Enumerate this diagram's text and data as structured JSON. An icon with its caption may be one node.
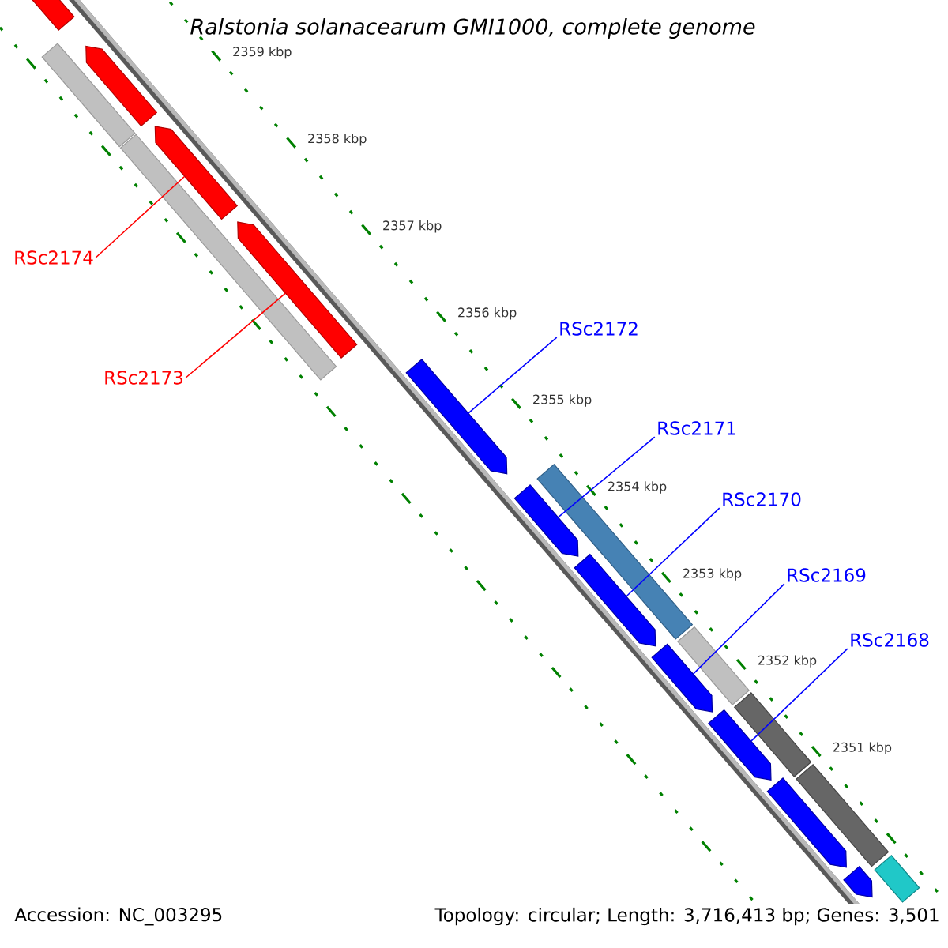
{
  "diagram": {
    "title": "Ralstonia solanacearum GMI1000, complete genome",
    "nodes": [
      {
        "text": [],
        "shape": "arrow"
      },
      {
        "text": [],
        "shape": "bar"
      },
      {
        "text": [],
        "shape": "arrow"
      },
      {
        "text": [],
        "shape": "bar"
      },
      {
        "text": [],
        "shape": "arrow"
      },
      {
        "text": [],
        "shape": "arrow"
      },
      {
        "text": [],
        "shape": "arrow"
      },
      {
        "text": [],
        "shape": "arrow"
      },
      {
        "text": [],
        "shape": "bar"
      },
      {
        "text": [],
        "shape": "arrow"
      },
      {
        "text": [],
        "shape": "arrow"
      },
      {
        "text": [],
        "shape": "bar"
      },
      {
        "text": [],
        "shape": "arrow"
      },
      {
        "text": [],
        "shape": "bar"
      },
      {
        "text": [],
        "shape": "arrow"
      },
      {
        "text": [],
        "shape": "bar"
      },
      {
        "text": [],
        "shape": "arrow"
      },
      {
        "text": [],
        "shape": "bar"
      },
      {
        "text": [
          "RSc2174"
        ]
      },
      {
        "text": [
          "RSc2173"
        ]
      },
      {
        "text": [
          "RSc2172"
        ]
      },
      {
        "text": [
          "RSc2171"
        ]
      },
      {
        "text": [
          "RSc2170"
        ]
      },
      {
        "text": [
          "RSc2169"
        ]
      },
      {
        "text": [
          "RSc2168"
        ]
      }
    ],
    "edges": [
      {
        "from": 18,
        "to": 4,
        "arrow": "none",
        "color": "#ff0000"
      },
      {
        "from": 19,
        "to": 5,
        "arrow": "none",
        "color": "#ff0000"
      },
      {
        "from": 20,
        "to": 6,
        "arrow": "none"
      },
      {
        "from": 21,
        "to": 7,
        "arrow": "none"
      },
      {
        "from": 22,
        "to": 9,
        "arrow": "none"
      },
      {
        "from": 23,
        "to": 10,
        "arrow": "none"
      },
      {
        "from": 24,
        "to": 12,
        "arrow": "none"
      }
    ],
    "labels": [
      "2359 kbp",
      "2358 kbp",
      "2357 kbp",
      "2356 kbp",
      "2355 kbp",
      "2354 kbp",
      "2353 kbp",
      "2352 kbp",
      "2351 kbp",
      "Accession: NC_003295",
      "Topology: circular; Length: 3,716,413 bp; Genes: 3,501"
    ]
  }
}
